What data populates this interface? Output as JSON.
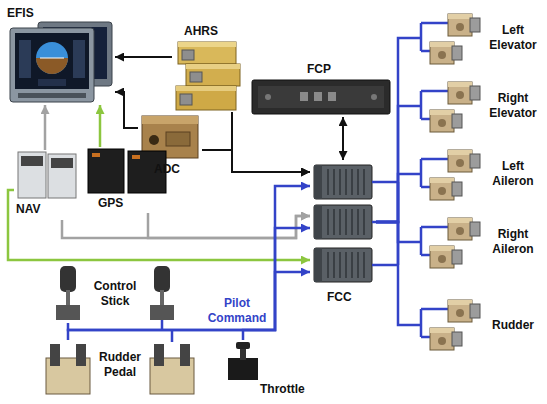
{
  "diagram": {
    "nodes": [
      {
        "text": [
          "EFIS"
        ]
      },
      {
        "text": [
          "AHRS"
        ]
      },
      {
        "text": [
          "FCP"
        ]
      },
      {
        "text": [
          "ADC"
        ]
      },
      {
        "text": [
          "NAV"
        ]
      },
      {
        "text": [
          "GPS"
        ]
      },
      {
        "text": [
          "FCC"
        ]
      },
      {
        "text": [
          "Left Elevator"
        ]
      },
      {
        "text": [
          "Right Elevator"
        ]
      },
      {
        "text": [
          "Left Aileron"
        ]
      },
      {
        "text": [
          "Right Aileron"
        ]
      },
      {
        "text": [
          "Rudder"
        ]
      },
      {
        "text": [
          "Control Stick"
        ]
      },
      {
        "text": [
          "Rudder Pedal"
        ]
      },
      {
        "text": [
          "Throttle"
        ]
      }
    ],
    "edges": [
      {
        "from": 1,
        "to": 0,
        "arrow": "to"
      },
      {
        "from": 3,
        "to": 0,
        "arrow": "to"
      },
      {
        "from": 4,
        "to": 0,
        "arrow": "to"
      },
      {
        "from": 5,
        "to": 0,
        "arrow": "to"
      },
      {
        "from": 2,
        "to": 6,
        "arrow": "both"
      },
      {
        "from": 1,
        "to": 6,
        "arrow": "to"
      },
      {
        "from": 3,
        "to": 6,
        "arrow": "to"
      },
      {
        "from": 4,
        "to": 6,
        "arrow": "to"
      },
      {
        "from": 5,
        "to": 6,
        "arrow": "to"
      },
      {
        "from": 4,
        "to": 6,
        "arrow": "to"
      },
      {
        "from": 6,
        "to": 7,
        "arrow": "none"
      },
      {
        "from": 6,
        "to": 8,
        "arrow": "none"
      },
      {
        "from": 6,
        "to": 9,
        "arrow": "none"
      },
      {
        "from": 6,
        "to": 10,
        "arrow": "none"
      },
      {
        "from": 6,
        "to": 11,
        "arrow": "none"
      },
      {
        "from": 12,
        "to": 6,
        "arrow": "to"
      },
      {
        "from": 13,
        "to": 6,
        "arrow": "to"
      },
      {
        "from": 14,
        "to": 6,
        "arrow": "to"
      }
    ],
    "labels": [
      "Pilot Command"
    ]
  }
}
